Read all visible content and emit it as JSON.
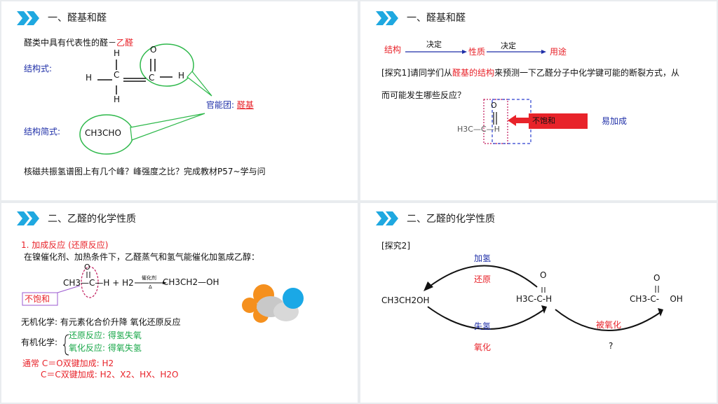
{
  "colors": {
    "accent": "#1fa8e0",
    "red": "#e8232a",
    "blue": "#1f2fa8",
    "green": "#1aa84a",
    "bubble": "#2db84a"
  },
  "p1": {
    "title": "一、醛基和醛",
    "intro": "醛类中具有代表性的醛－",
    "intro_red": "乙醛",
    "struct_label": "结构式:",
    "atom_H_top": "H",
    "atom_C": "C",
    "atom_H_left": "H",
    "atom_H_bottom": "H",
    "atom_O": "O",
    "atom_C2": "C",
    "atom_H_right": "H",
    "group_label": "官能团:",
    "group_name": "醛基",
    "simple_label": "结构简式:",
    "simple_formula": "CH3CHO",
    "question": "核磁共振氢谱图上有几个峰？峰强度之比？完成教材P57~学与问"
  },
  "p2": {
    "title": "一、醛基和醛",
    "flow_a": "结构",
    "flow_arrow1": "决定",
    "flow_b": "性质",
    "flow_arrow2": "决定",
    "flow_c": "用途",
    "explore_pre": "[探究1]请同学们从",
    "explore_red": "醛基的结构",
    "explore_post": "来预测一下乙醛分子中化学键可能的断裂方式，从",
    "explore_line2": "而可能发生哪些反应？",
    "mol_O": "O",
    "mol_left": "H3C—C—H",
    "unsat": "不饱和",
    "easy_add": "易加成"
  },
  "p3": {
    "title": "二、乙醛的化学性质",
    "item1": "1. 加成反应",
    "item1_paren": "(还原反应)",
    "desc": "在镍催化剂、加热条件下，乙醛蒸气和氢气能催化加氢成乙醇：",
    "eq_O": "O",
    "eq_left": "CH3—C—H + H2",
    "catalyst": "催化剂",
    "heat": "Δ",
    "eq_right": "CH3CH2—OH",
    "unsat_box": "不饱和",
    "inorganic": "无机化学: 有元素化合价升降    氧化还原反应",
    "organic_label": "有机化学:",
    "organic_1": "还原反应: 得氢失氧",
    "organic_2": "氧化反应: 得氧失氢",
    "usual_1": "通常 C＝O双键加成: H2",
    "usual_2": "C＝C双键加成: H2、X2、HX、H2O"
  },
  "p4": {
    "title": "二、乙醛的化学性质",
    "explore": "[探究2]",
    "top_label": "加氢",
    "top_red": "还原",
    "ethanol": "CH3CH2OH",
    "ald_O": "O",
    "aldehyde": "H3C-C-H",
    "bottom_label": "失氢",
    "bottom_red": "氧化",
    "oxidized": "被氧化",
    "question": "?",
    "acid_O": "O",
    "acid": "CH3-C-    OH"
  }
}
